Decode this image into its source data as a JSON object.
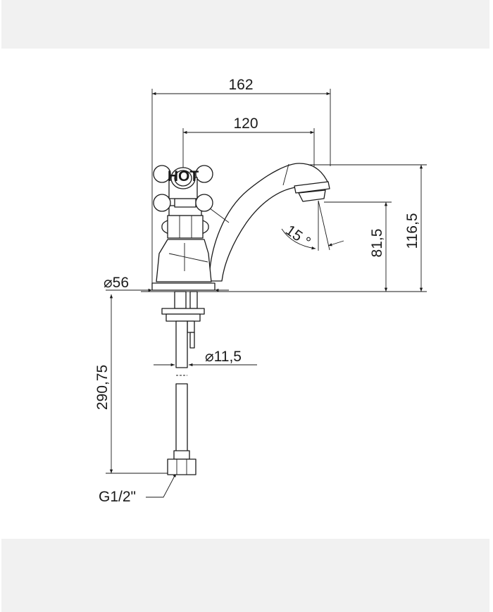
{
  "drawing": {
    "dimensions": {
      "overall_length": "162",
      "spout_reach": "120",
      "overall_height": "116,5",
      "spout_outlet_height": "81,5",
      "base_diameter": "⌀56",
      "hose_length": "290,75",
      "hose_diameter": "⌀11,5",
      "connection_thread": "G1/2\"",
      "outlet_angle": "15 °"
    },
    "handle_cap_label": "HOT"
  },
  "colors": {
    "band": "#f1f1f1",
    "line": "#1a1a1a"
  }
}
